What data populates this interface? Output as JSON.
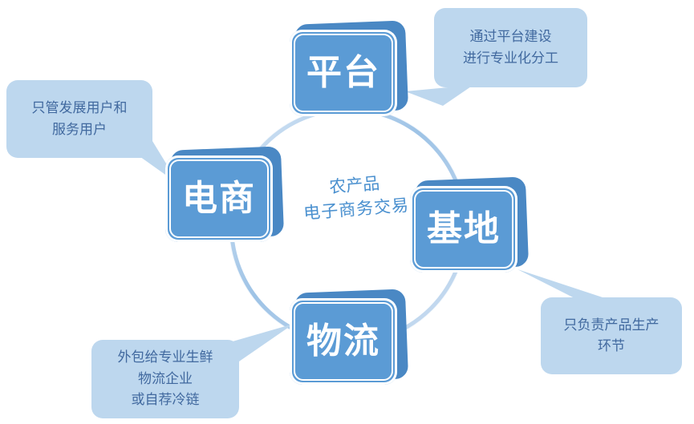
{
  "diagram": {
    "center_caption": {
      "line1": "农产品",
      "line2": "电子商务交易"
    },
    "nodes": [
      {
        "id": "platform",
        "label": "平台"
      },
      {
        "id": "ecommerce",
        "label": "电商"
      },
      {
        "id": "base",
        "label": "基地"
      },
      {
        "id": "logistics",
        "label": "物流"
      }
    ],
    "callouts": [
      {
        "id": "ecommerce",
        "text": "只管发展用户和\n服务用户"
      },
      {
        "id": "platform",
        "text": "通过平台建设\n进行专业化分工"
      },
      {
        "id": "base",
        "text": "只负责产品生产\n环节"
      },
      {
        "id": "logistics",
        "text": "外包给专业生鲜\n物流企业\n或自荐冷链"
      }
    ],
    "colors": {
      "node_front": "#5b9bd5",
      "node_back": "#4a88c4",
      "node_label": "#ffffff",
      "callout_fill": "#bdd7ee",
      "callout_text": "#41699f",
      "ring": "#bdd7ee",
      "center_text": "#4a90cf",
      "background": "#ffffff"
    }
  }
}
